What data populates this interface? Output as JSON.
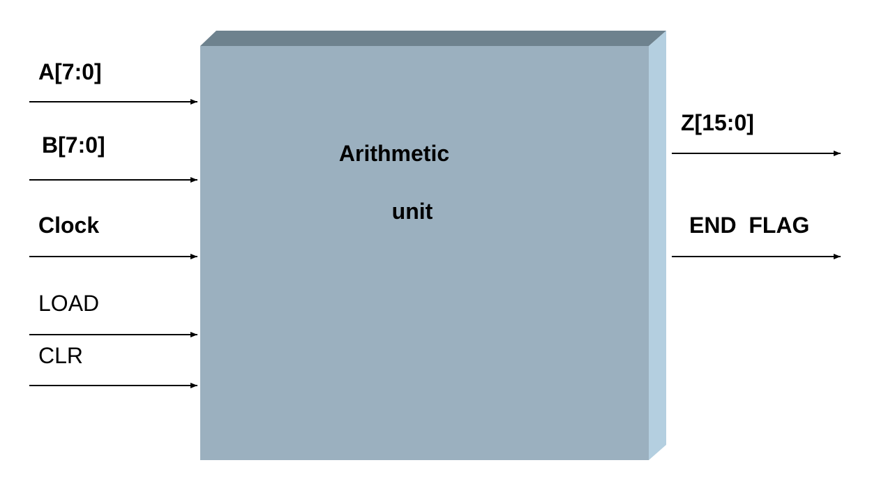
{
  "colors": {
    "box_front": "#9bb0bf",
    "box_top": "#6e828e",
    "box_side": "#b4cfe0",
    "arrow": "#000000"
  },
  "block": {
    "line1": "Arithmetic",
    "line2": "unit"
  },
  "inputs": [
    {
      "label": "A[7:0]",
      "bold": true
    },
    {
      "label": "B[7:0]",
      "bold": true
    },
    {
      "label": "Clock",
      "bold": true
    },
    {
      "label": "LOAD",
      "bold": false
    },
    {
      "label": "CLR",
      "bold": false
    }
  ],
  "outputs": [
    {
      "label": "Z[15:0]",
      "bold": true
    },
    {
      "label": "END  FLAG",
      "bold": true
    }
  ]
}
